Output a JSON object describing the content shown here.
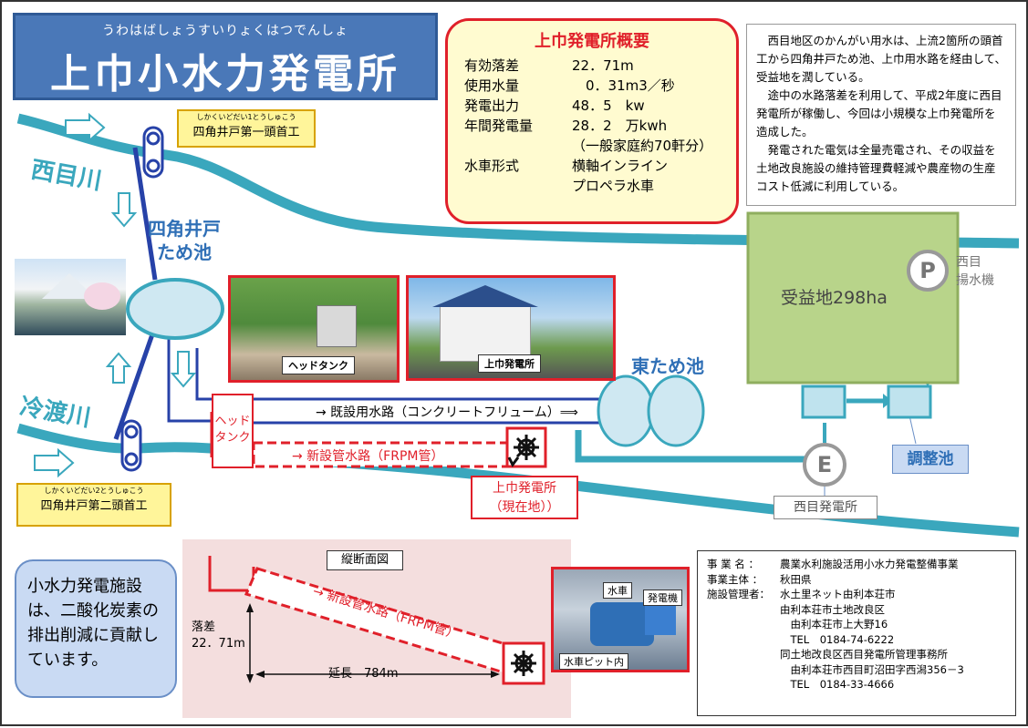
{
  "title": {
    "ruby": "うわはばしょうすいりょくはつでんしょ",
    "main": "上巾小水力発電所"
  },
  "overview": {
    "heading": "上巾発電所概要",
    "rows": [
      {
        "k": "有効落差",
        "v": "22．71m"
      },
      {
        "k": "使用水量",
        "v": "　0．31m3／秒"
      },
      {
        "k": "発電出力",
        "v": "48．5　kw"
      },
      {
        "k": "年間発電量",
        "v": "28．2　万kwh"
      },
      {
        "k": "",
        "v": "（一般家庭約70軒分）"
      },
      {
        "k": "水車形式",
        "v": "横軸インライン"
      },
      {
        "k": "",
        "v": "プロペラ水車"
      }
    ]
  },
  "description": [
    "　西目地区のかんがい用水は、上流2箇所の頭首工から四角井戸ため池、上巾用水路を経由して、受益地を潤している。",
    "　途中の水路落差を利用して、平成2年度に西目発電所が稼働し、今回は小規模な上巾発電所を造成した。",
    "　発電された電気は全量売電され、その収益を土地改良施設の維持管理費軽減や農産物の生産コスト低減に利用している。"
  ],
  "headworks": {
    "first": {
      "ruby": "しかくいどだい1とうしゅこう",
      "name": "四角井戸第一頭首工"
    },
    "second": {
      "ruby": "しかくいどだい2とうしゅこう",
      "name": "四角井戸第二頭首工"
    }
  },
  "rivers": {
    "nishime": "西目川",
    "reido": "冷渡川"
  },
  "ponds": {
    "shikakuido": "四角井戸\nため池",
    "higashi": "東ため池",
    "chousei": "調整池"
  },
  "photos": {
    "head_tank": "ヘッドタンク",
    "kamihaba": "上巾発電所",
    "turbine": "水車",
    "generator": "発電機",
    "pit": "水車ピット内"
  },
  "channels": {
    "existing": "→ 既設用水路（コンクリートフリューム）⟹",
    "new": "→ 新設管水路（FRPM管）"
  },
  "head_tank_label": "ヘッド\nタンク",
  "station_current": "上巾発電所\n（現在地））",
  "benefit_area": "受益地298ha",
  "pump": {
    "symbol": "P",
    "label": "西目\n揚水機"
  },
  "nishime_station": {
    "symbol": "E",
    "label": "西目発電所"
  },
  "section": {
    "title": "縦断面図",
    "head_label": "落差\n22．71m",
    "length_label": "延長　784m",
    "pipe_label": "→ 新設管水路（FRPM管）"
  },
  "eco": "小水力発電施設は、二酸化炭素の排出削減に貢献しています。",
  "legend": [
    {
      "k": "事 業 名 ：",
      "v": "農業水利施設活用小水力発電整備事業"
    },
    {
      "k": "事業主体 ：",
      "v": "秋田県"
    },
    {
      "k": "施設管理者：",
      "v": "水土里ネット由利本荘市"
    },
    {
      "k": "",
      "v": "由利本荘市土地改良区"
    },
    {
      "k": "",
      "v": "　由利本荘市上大野16"
    },
    {
      "k": "",
      "v": "　TEL　0184-74-6222"
    },
    {
      "k": "",
      "v": "同土地改良区西目発電所管理事務所"
    },
    {
      "k": "",
      "v": "　由利本荘市西目町沼田字西潟356－3"
    },
    {
      "k": "",
      "v": "　TEL　0184-33-4666"
    }
  ],
  "colors": {
    "water": "#3aa7bd",
    "red": "#e0202a",
    "blue": "#2742a8",
    "green": "#b8d48a",
    "title": "#4a78b8"
  }
}
